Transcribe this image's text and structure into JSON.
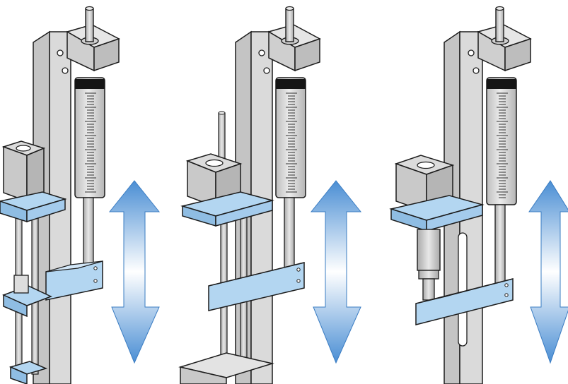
{
  "colors": {
    "frame": "#d9d9d9",
    "frame_dark": "#b9b9b9",
    "outline": "#1c1c1c",
    "part_blue": "#b3d6f1",
    "part_blue_dark": "#8fbde3",
    "arrow_blue": "#4a8ed4",
    "arrow_fade": "#ffffff",
    "syringe_barrel": "#dedede",
    "plunger_black": "#151515",
    "motor_grey": "#cfcfcf",
    "rod_grey": "#c8c8c8"
  },
  "icons": {
    "movement_arrow": "double-headed-vertical-arrow",
    "mechanism": "syringe-pump-stepper-assembly"
  },
  "variants": [
    {
      "id": "leadscrew-nut-drive"
    },
    {
      "id": "hollow-shaft-motor-drive"
    },
    {
      "id": "linear-actuator-drive"
    }
  ]
}
